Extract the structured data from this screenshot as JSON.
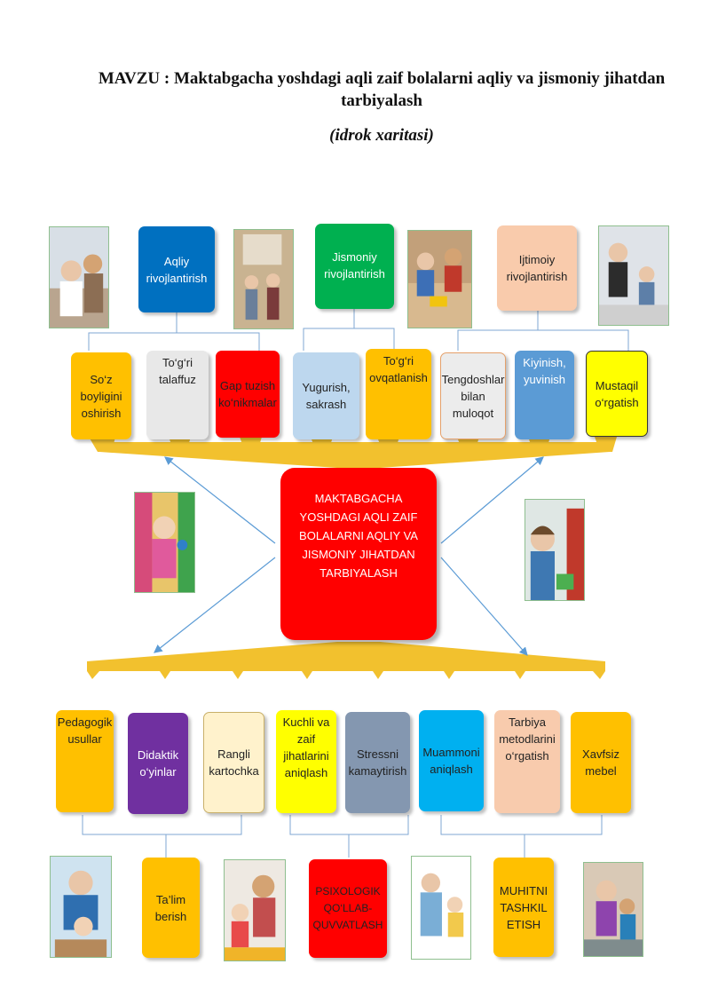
{
  "title": {
    "main": "MAVZU : Maktabgacha yoshdagi aqli zaif bolalarni aqliy va jismoniy jihatdan tarbiyalash",
    "subtitle": "(idrok xaritasi)"
  },
  "center": {
    "text": "MAKTABGACHA YOSHDAGI AQLI ZAIF BOLALARNI AQLIY VA JISMONIY JIHATDAN TARBIYALASH"
  },
  "top_categories": [
    {
      "label": "Aqliy rivojlantirish",
      "color": "#0070c0"
    },
    {
      "label": "Jismoniy rivojlantirish",
      "color": "#00b050"
    },
    {
      "label": "Ijtimoiy rivojlantirish",
      "color": "#f9cbac"
    }
  ],
  "top_boxes": [
    {
      "label": "So‘z boyligini oshirish",
      "color": "#ffc000"
    },
    {
      "label": "To‘g‘ri talaffuz",
      "color": "#e8e8e8"
    },
    {
      "label": "Gap tuzish ko‘nikmalar",
      "color": "#ff0000"
    },
    {
      "label": "Yugurish, sakrash",
      "color": "#bdd7ee"
    },
    {
      "label": "To‘g‘ri ovqatlanish",
      "color": "#ffc000"
    },
    {
      "label": "Tengdoshlar bilan muloqot",
      "color": "#e8e8e8"
    },
    {
      "label": "Kiyinish, yuvinish",
      "color": "#5b9bd5"
    },
    {
      "label": "Mustaqil o‘rgatish",
      "color": "#ffff00"
    }
  ],
  "bottom_boxes": [
    {
      "label": "Pedagogik usullar",
      "color": "#ffc000"
    },
    {
      "label": "Didaktik o‘yinlar",
      "color": "#7030a0"
    },
    {
      "label": "Rangli kartochka",
      "color": "#fff2cc"
    },
    {
      "label": "Kuchli va zaif jihatlarini aniqlash",
      "color": "#ffff00"
    },
    {
      "label": "Stressni kamaytirish",
      "color": "#8497b0"
    },
    {
      "label": "Muammoni aniqlash",
      "color": "#00b0f0"
    },
    {
      "label": "Tarbiya metodlarini o‘rgatish",
      "color": "#f8cbad"
    },
    {
      "label": "Xavfsiz mebel",
      "color": "#ffc000"
    }
  ],
  "bottom_categories": [
    {
      "label": "Ta’lim berish",
      "color": "#ffc000"
    },
    {
      "label": "PSIXOLOGIK QO‘LLAB-QUVVATLASH",
      "color": "#ff0000"
    },
    {
      "label": "MUHITNI TASHKIL ETISH",
      "color": "#ffc000"
    }
  ],
  "icons": {
    "photo": "child-photo-icon",
    "connector": "arrow-icon"
  }
}
